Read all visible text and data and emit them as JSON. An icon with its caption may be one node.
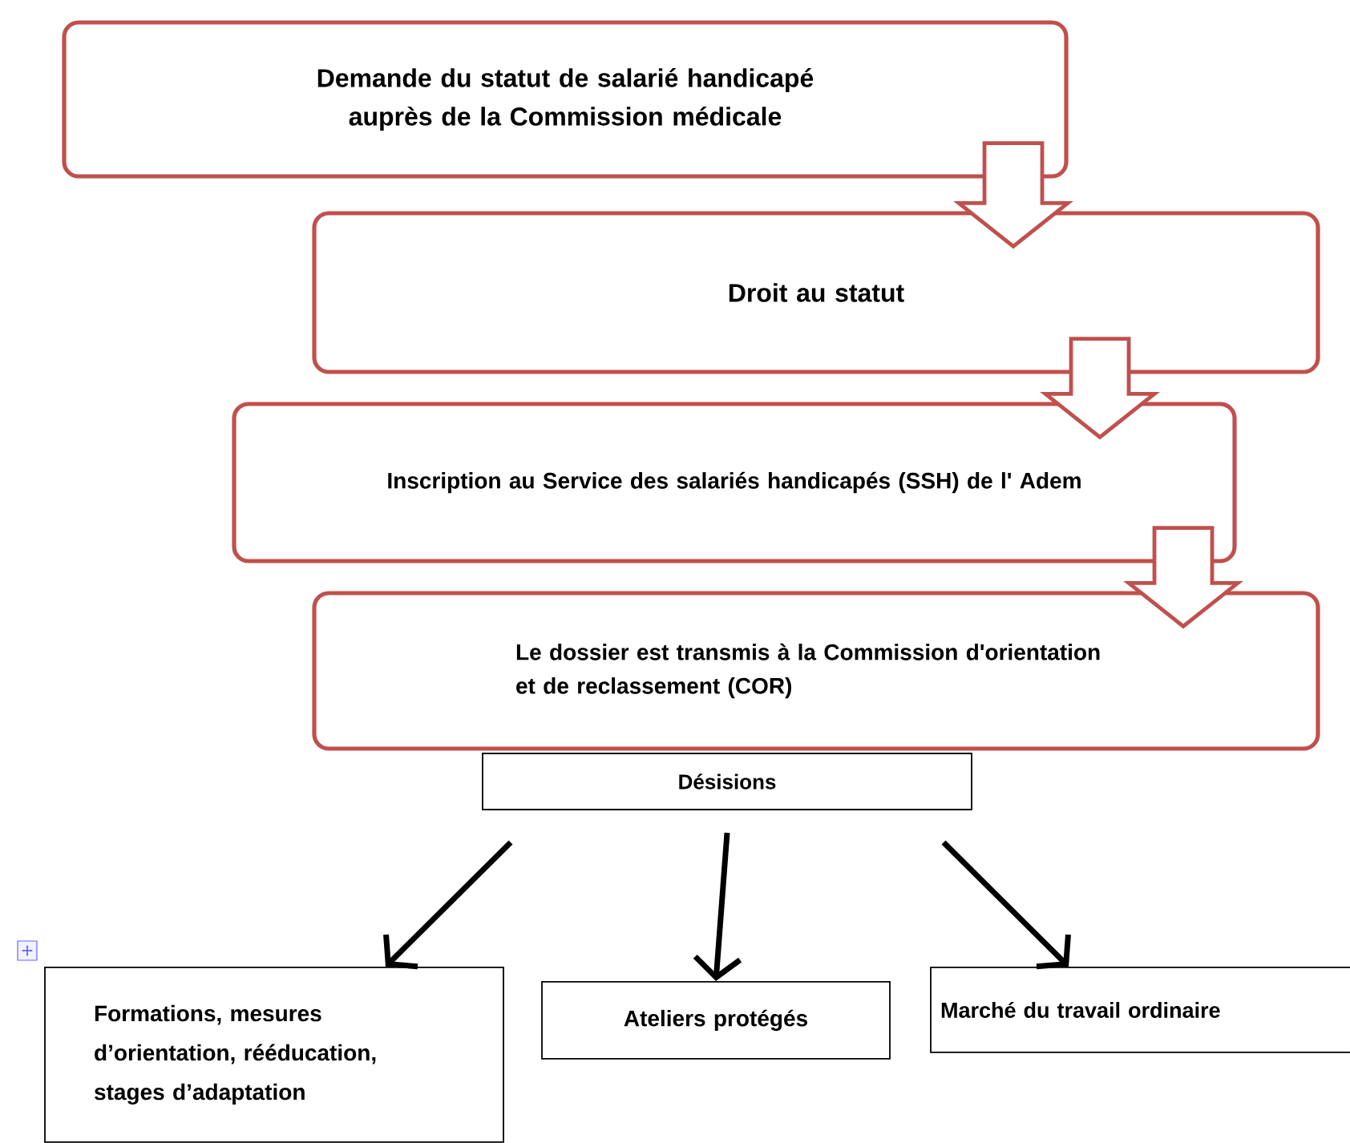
{
  "diagram": {
    "nodes": [
      {
        "text": [
          "Demande du statut de salarié handicapé auprès de la Commission médicale"
        ]
      },
      {
        "text": [
          "Droit au statut"
        ]
      },
      {
        "text": [
          "Inscription au Service des salariés handicapés (SSH) de l' Adem"
        ]
      },
      {
        "text": [
          "Le dossier est transmis à la Commission d'orientation et de reclassement (COR)"
        ]
      },
      {
        "text": [
          "Désisions"
        ]
      },
      {
        "text": [
          "Formations, mesures d’orientation, rééducation, stages d’adaptation"
        ]
      },
      {
        "text": [
          "Ateliers protégés"
        ]
      },
      {
        "text": [
          "Marché du travail ordinaire"
        ]
      }
    ],
    "edges": [
      {
        "from": 0,
        "to": 1,
        "arrow": "to",
        "style": "thick",
        "color": "#c0504d"
      },
      {
        "from": 1,
        "to": 2,
        "arrow": "to",
        "style": "thick",
        "color": "#c0504d"
      },
      {
        "from": 2,
        "to": 3,
        "arrow": "to",
        "style": "thick",
        "color": "#c0504d"
      },
      {
        "from": 4,
        "to": 5,
        "arrow": "to",
        "color": "#000000"
      },
      {
        "from": 4,
        "to": 6,
        "arrow": "to",
        "color": "#000000"
      },
      {
        "from": 4,
        "to": 7,
        "arrow": "to",
        "color": "#000000"
      }
    ]
  }
}
